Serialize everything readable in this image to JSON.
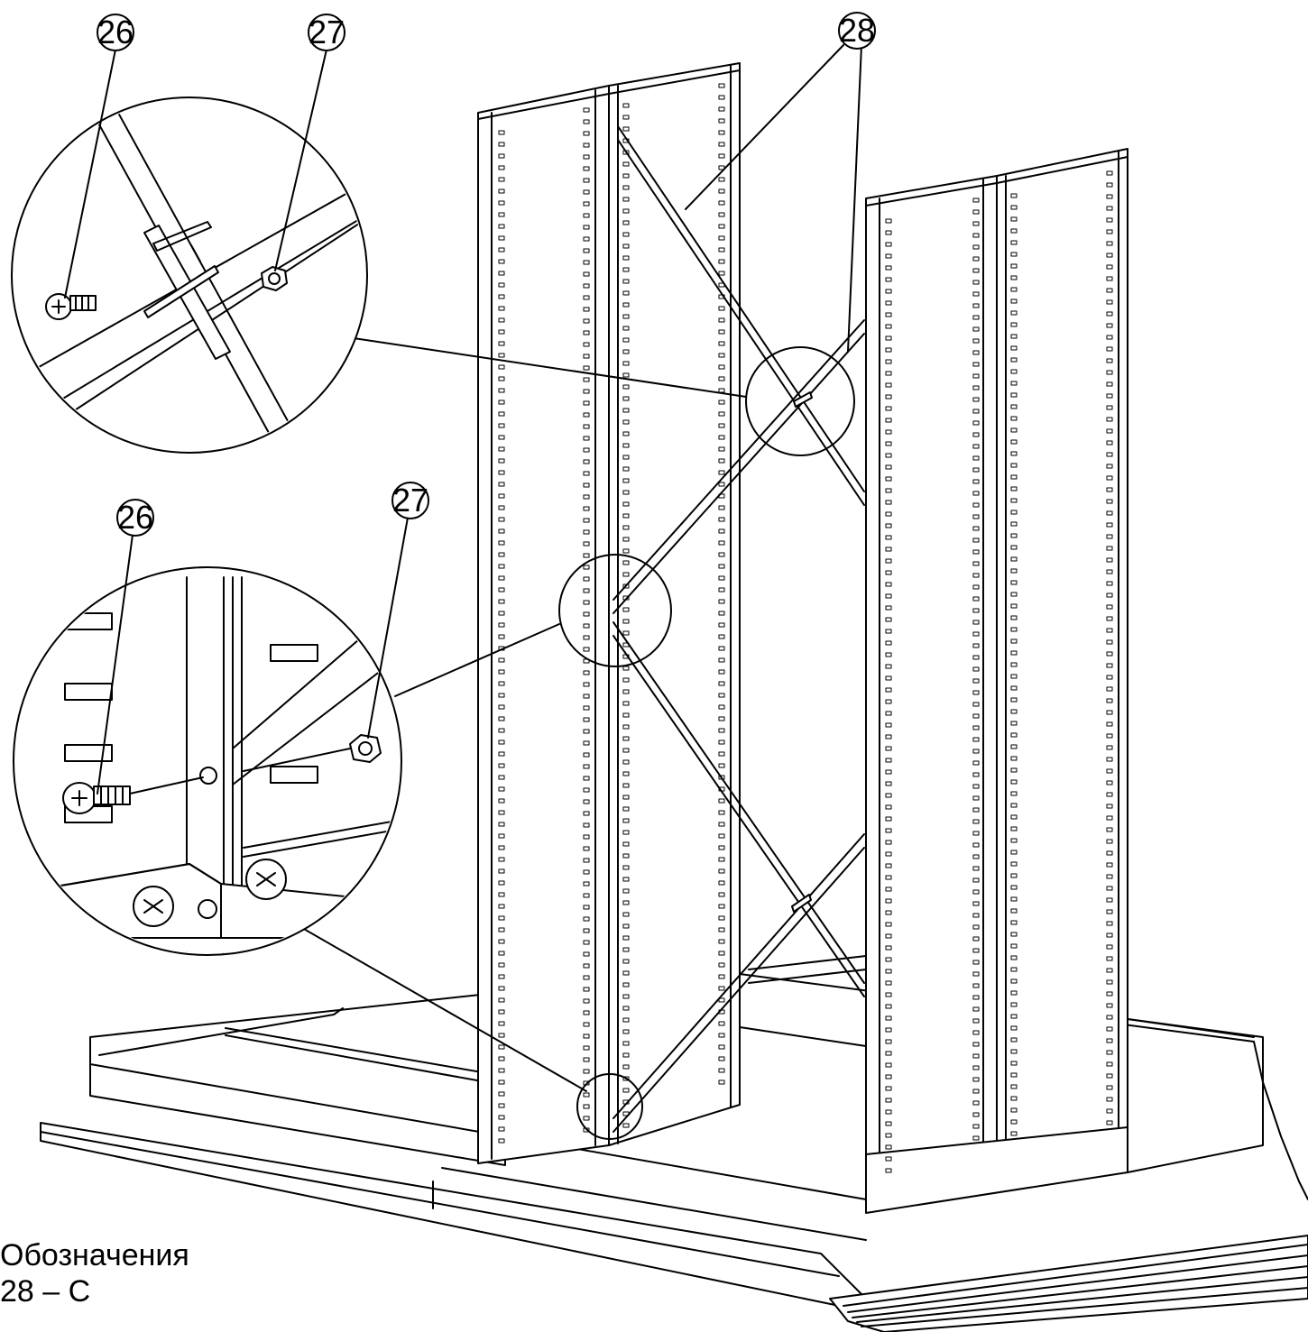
{
  "callouts": {
    "top_left_screw": "26",
    "top_left_nut": "27",
    "brace": "28",
    "lower_left_screw": "26",
    "lower_left_nut": "27"
  },
  "legend": {
    "heading": "Обозначения",
    "line": "28 – С"
  },
  "colors": {
    "stroke": "#000000",
    "background": "#ffffff"
  }
}
